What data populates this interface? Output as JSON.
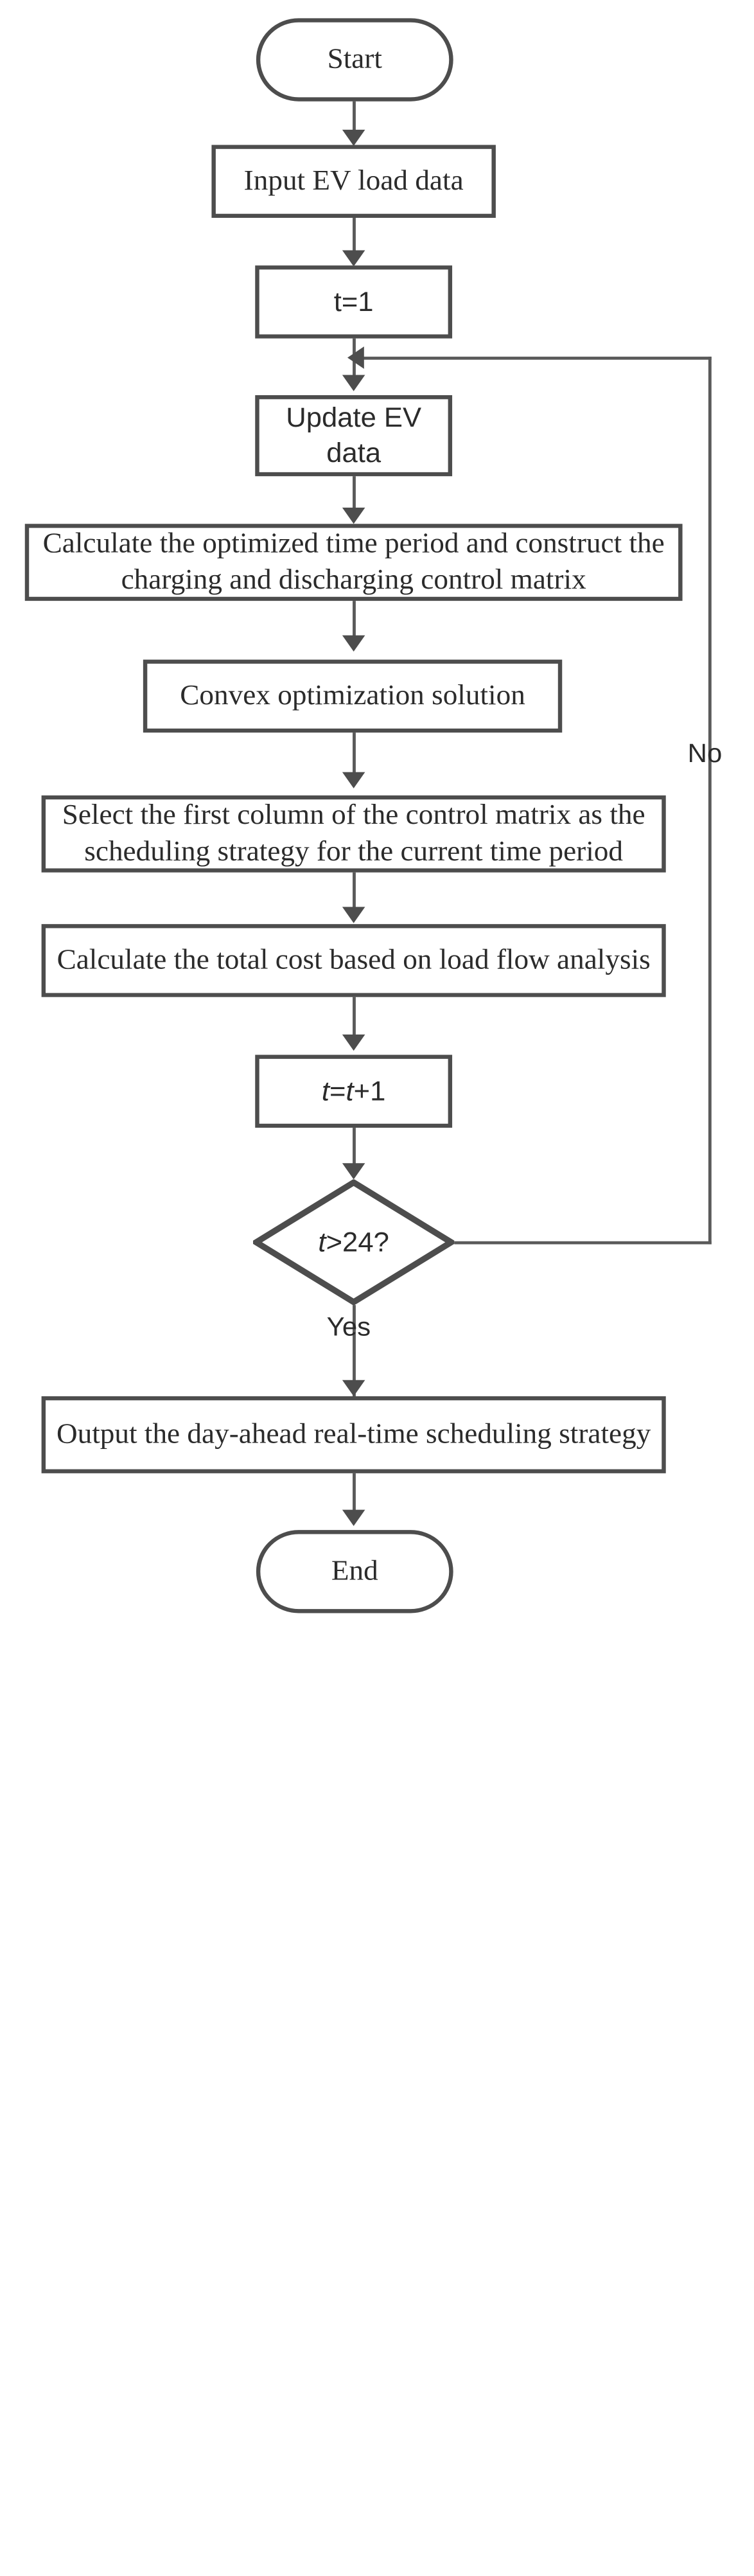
{
  "diagram": {
    "type": "flowchart",
    "title": "Day-ahead real-time EV scheduling flowchart",
    "colors": {
      "shape_border": "#4d4d4d",
      "connector": "#5a5a5a",
      "text": "#2b2b2b",
      "background": "#ffffff"
    },
    "nodes": [
      {
        "id": "start",
        "shape": "terminator",
        "label": "Start"
      },
      {
        "id": "input",
        "shape": "process",
        "label": "Input EV load data"
      },
      {
        "id": "t_init",
        "shape": "process",
        "label": "t=1"
      },
      {
        "id": "update",
        "shape": "process",
        "label": "Update EV data"
      },
      {
        "id": "calc_matrix",
        "shape": "process",
        "label_line1": "Calculate the optimized time period and construct the",
        "label_line2": "charging and discharging control matrix"
      },
      {
        "id": "convex",
        "shape": "process",
        "label": "Convex optimization solution"
      },
      {
        "id": "select_col",
        "shape": "process",
        "label_line1": "Select the first column of the control matrix as the",
        "label_line2": "scheduling strategy for the current time period"
      },
      {
        "id": "total_cost",
        "shape": "process",
        "label": "Calculate the total cost based on load flow analysis"
      },
      {
        "id": "t_incr",
        "shape": "process",
        "label_prefix": "t",
        "label_suffix": "=t+1",
        "label": "t=t+1"
      },
      {
        "id": "decision",
        "shape": "decision",
        "label": "t>24?"
      },
      {
        "id": "output",
        "shape": "process",
        "label": "Output the day-ahead real-time scheduling strategy"
      },
      {
        "id": "end",
        "shape": "terminator",
        "label": "End"
      }
    ],
    "edge_labels": {
      "no": "No",
      "yes": "Yes"
    },
    "edges": [
      {
        "from": "start",
        "to": "input",
        "label": ""
      },
      {
        "from": "input",
        "to": "t_init",
        "label": ""
      },
      {
        "from": "t_init",
        "to": "update",
        "label": ""
      },
      {
        "from": "update",
        "to": "calc_matrix",
        "label": ""
      },
      {
        "from": "calc_matrix",
        "to": "convex",
        "label": ""
      },
      {
        "from": "convex",
        "to": "select_col",
        "label": ""
      },
      {
        "from": "select_col",
        "to": "total_cost",
        "label": ""
      },
      {
        "from": "total_cost",
        "to": "t_incr",
        "label": ""
      },
      {
        "from": "t_incr",
        "to": "decision",
        "label": ""
      },
      {
        "from": "decision",
        "to": "update",
        "label": "No"
      },
      {
        "from": "decision",
        "to": "output",
        "label": "Yes"
      },
      {
        "from": "output",
        "to": "end",
        "label": ""
      }
    ]
  }
}
